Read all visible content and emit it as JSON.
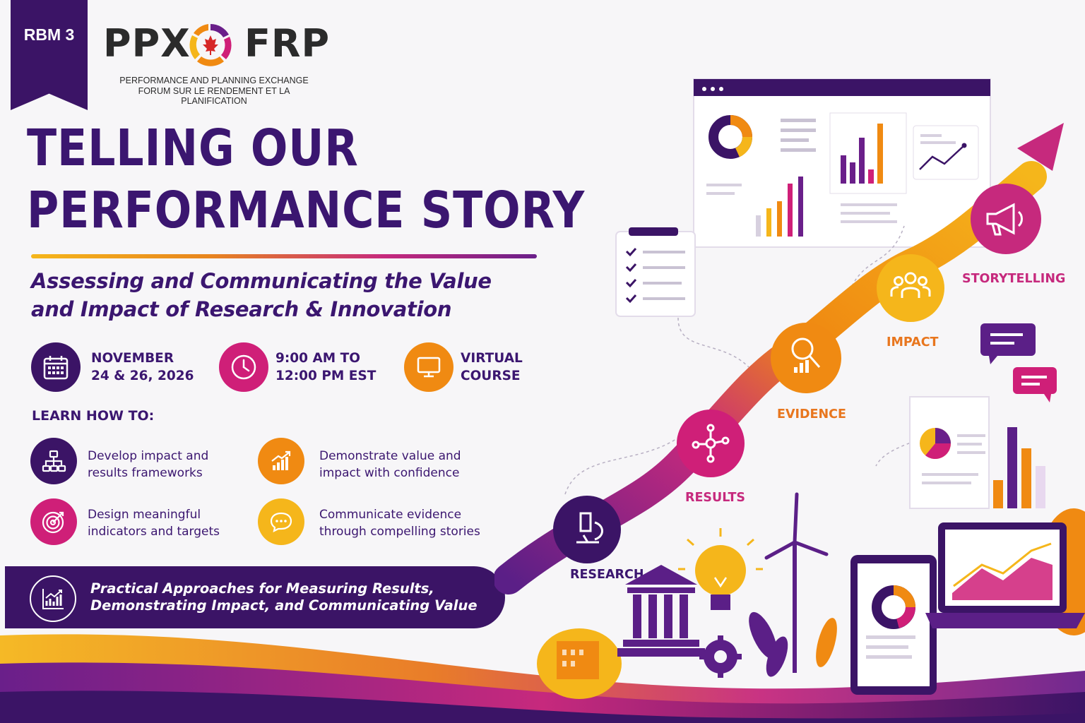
{
  "ribbon": {
    "label": "RBM 3"
  },
  "logo": {
    "left_text": "PPX",
    "right_text": "FRP",
    "subtitle_en": "PERFORMANCE AND PLANNING EXCHANGE",
    "subtitle_fr": "FORUM SUR LE RENDEMENT ET LA PLANIFICATION"
  },
  "title": {
    "line1": "TELLING OUR",
    "line2": "PERFORMANCE STORY"
  },
  "subtitle": {
    "line1": "Assessing and Communicating the Value",
    "line2": "and Impact of Research & Innovation"
  },
  "info": {
    "date": {
      "line1": "NOVEMBER",
      "line2": "24 & 26, 2026",
      "icon": "calendar-icon"
    },
    "time": {
      "line1": "9:00 AM TO",
      "line2": "12:00 PM EST",
      "icon": "clock-icon"
    },
    "format": {
      "line1": "VIRTUAL",
      "line2": "COURSE",
      "icon": "monitor-icon"
    }
  },
  "learn": {
    "heading": "LEARN HOW TO:",
    "items": [
      {
        "line1": "Develop impact and",
        "line2": "results frameworks",
        "icon": "hierarchy-icon",
        "color": "#3b1466"
      },
      {
        "line1": "Demonstrate value and",
        "line2": "impact with confidence",
        "icon": "growth-chart-icon",
        "color": "#f08a12"
      },
      {
        "line1": "Design meaningful",
        "line2": "indicators and targets",
        "icon": "target-icon",
        "color": "#cf1f78"
      },
      {
        "line1": "Communicate evidence",
        "line2": "through compelling stories",
        "icon": "chat-bubble-icon",
        "color": "#f5b61b"
      }
    ]
  },
  "banner": {
    "line1": "Practical Approaches for Measuring Results,",
    "line2": "Demonstrating Impact, and Communicating Value",
    "icon": "chart-icon"
  },
  "stages": [
    {
      "label": "RESEARCH",
      "color": "#3b1670",
      "icon": "microscope-icon"
    },
    {
      "label": "RESULTS",
      "color": "#c6297d",
      "icon": "network-icon"
    },
    {
      "label": "EVIDENCE",
      "color": "#e8761e",
      "icon": "magnifier-icon"
    },
    {
      "label": "IMPACT",
      "color": "#e8761e",
      "icon": "people-icon"
    },
    {
      "label": "STORYTELLING",
      "color": "#c6297d",
      "icon": "megaphone-icon"
    }
  ],
  "colors": {
    "purple": "#3b1466",
    "magenta": "#cf1f78",
    "orange": "#f08a12",
    "yellow": "#f5b61b"
  }
}
